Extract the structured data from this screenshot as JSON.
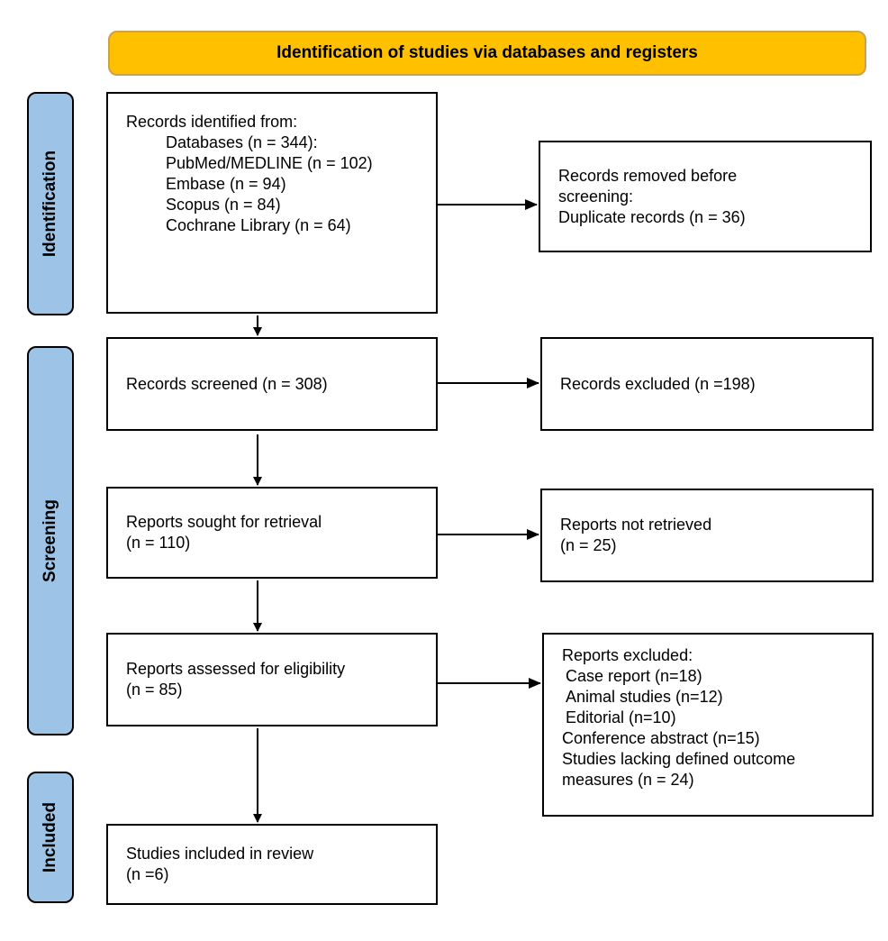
{
  "header": {
    "title": "Identification of studies via databases and registers"
  },
  "phases": {
    "identification": "Identification",
    "screening": "Screening",
    "included": "Included"
  },
  "boxes": {
    "records_identified": {
      "heading": "Records identified from:",
      "lines": [
        "Databases (n = 344):",
        "PubMed/MEDLINE (n = 102)",
        "Embase (n = 94)",
        "Scopus (n = 84)",
        "Cochrane Library (n = 64)"
      ]
    },
    "records_removed": {
      "lines": [
        "Records removed before",
        "screening:",
        "Duplicate records (n = 36)"
      ]
    },
    "records_screened": {
      "lines": [
        "Records screened (n = 308)"
      ]
    },
    "records_excluded": {
      "lines": [
        "Records excluded (n =198)"
      ]
    },
    "reports_sought": {
      "lines": [
        "Reports sought for retrieval",
        "(n = 110)"
      ]
    },
    "reports_not_retrieved": {
      "lines": [
        "Reports not retrieved",
        "(n = 25)"
      ]
    },
    "reports_assessed": {
      "lines": [
        "Reports assessed for eligibility",
        "(n = 85)"
      ]
    },
    "reports_excluded": {
      "heading": "Reports excluded:",
      "lines": [
        "Case report (n=18)",
        "Animal studies (n=12)",
        "Editorial (n=10)",
        "Conference abstract (n=15)",
        "Studies lacking defined outcome",
        "measures (n = 24)"
      ]
    },
    "studies_included": {
      "lines": [
        "Studies included in review",
        "(n =6)"
      ]
    }
  }
}
